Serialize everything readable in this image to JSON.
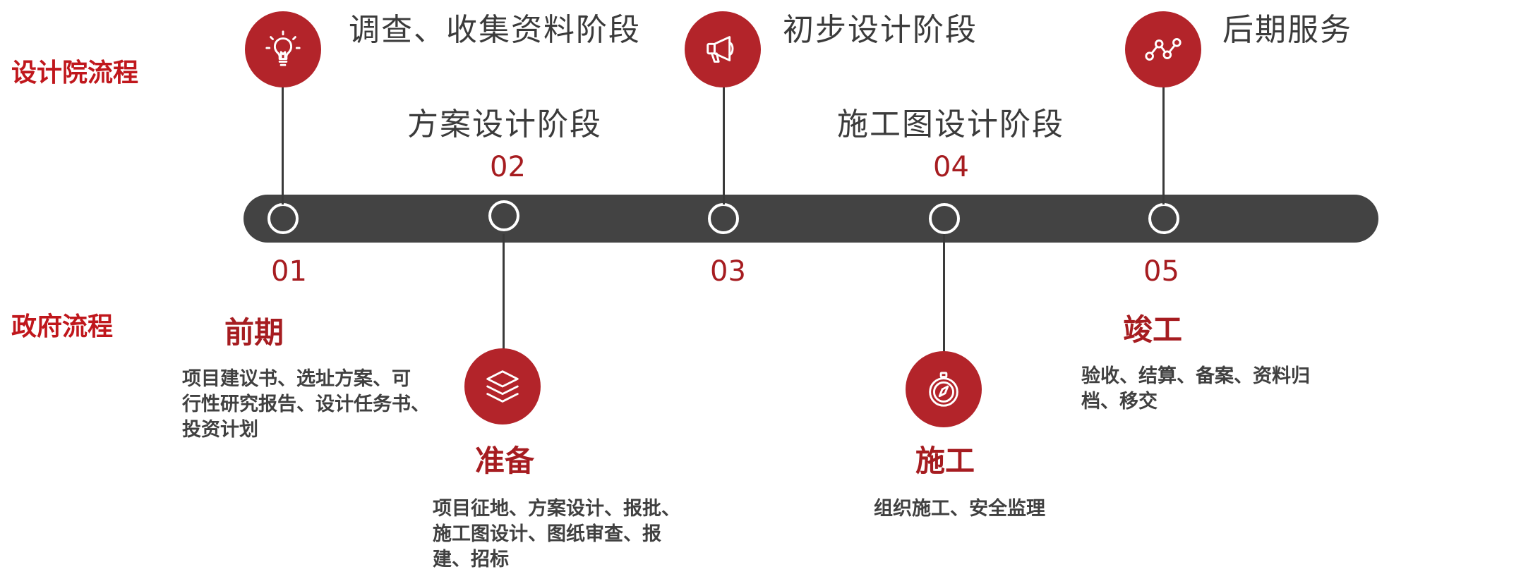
{
  "labels": {
    "design_process": "设计院流程",
    "government_process": "政府流程"
  },
  "design_stages": [
    {
      "name": "调查、收集资料阶段",
      "icon": "lightbulb-icon"
    },
    {
      "name": "方案设计阶段"
    },
    {
      "name": "初步设计阶段",
      "icon": "megaphone-icon"
    },
    {
      "name": "施工图设计阶段"
    },
    {
      "name": "后期服务",
      "icon": "line-chart-icon"
    }
  ],
  "steps": [
    "01",
    "02",
    "03",
    "04",
    "05"
  ],
  "government_stages": [
    {
      "title": "前期",
      "desc": [
        "项目建议书、选址方案、可",
        "行性研究报告、设计任务书、",
        "投资计划"
      ]
    },
    {
      "title": "准备",
      "icon": "layers-icon",
      "desc": [
        "项目征地、方案设计、报批、",
        "施工图设计、图纸审查、报",
        "建、招标"
      ]
    },
    {
      "title": "施工",
      "icon": "stopwatch-icon",
      "desc": [
        "组织施工、安全监理"
      ]
    },
    {
      "title": "竣工",
      "desc": [
        "验收、结算、备案、资料归",
        "档、移交"
      ]
    }
  ],
  "colors": {
    "accent": "#b3242a",
    "bar": "#434343",
    "label_red": "#c0171c"
  }
}
